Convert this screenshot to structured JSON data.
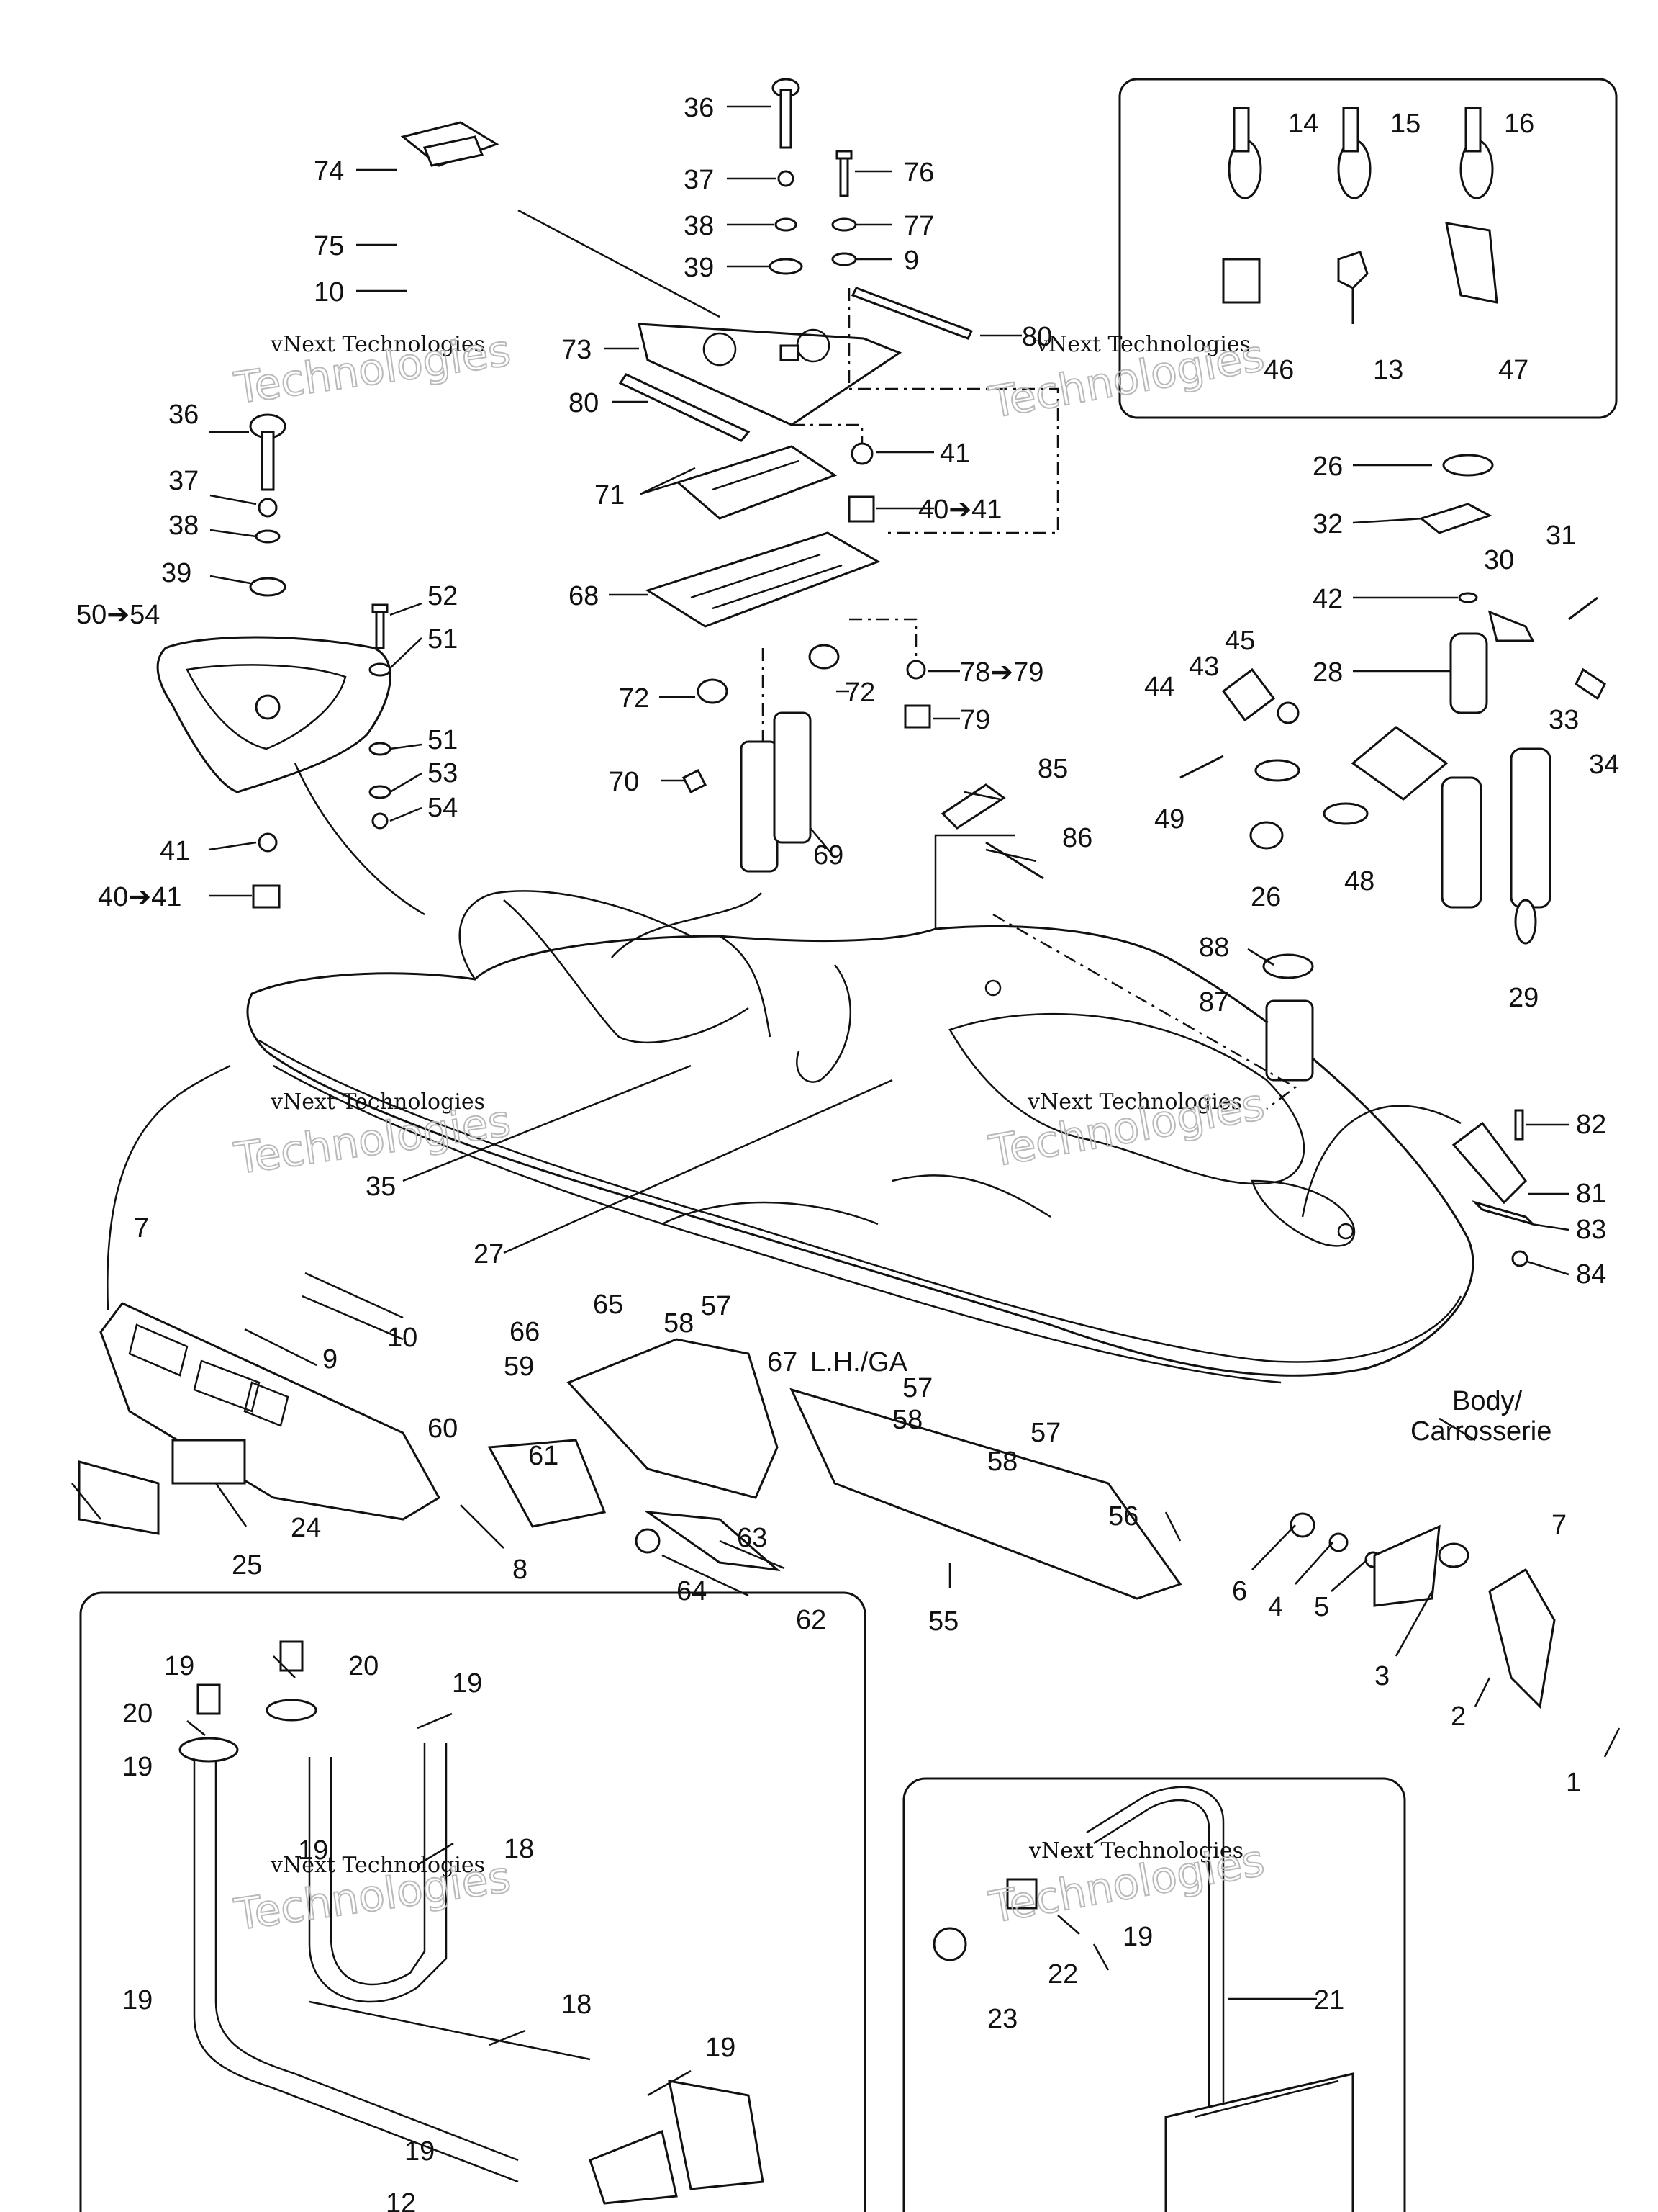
{
  "watermark": {
    "line1": "vNext Technologies",
    "line2": "Technologies",
    "line3": "vNext"
  },
  "text_labels": {
    "lh_ga": "L.H./GA",
    "body_line1": "Body/",
    "body_line2": "Carrosserie"
  },
  "callouts": [
    {
      "id": "c36a",
      "text": "36"
    },
    {
      "id": "c37a",
      "text": "37"
    },
    {
      "id": "c38a",
      "text": "38"
    },
    {
      "id": "c39a",
      "text": "39"
    },
    {
      "id": "c76",
      "text": "76"
    },
    {
      "id": "c77",
      "text": "77"
    },
    {
      "id": "c9a",
      "text": "9"
    },
    {
      "id": "c74",
      "text": "74"
    },
    {
      "id": "c75",
      "text": "75"
    },
    {
      "id": "c10a",
      "text": "10"
    },
    {
      "id": "c73",
      "text": "73"
    },
    {
      "id": "c80a",
      "text": "80"
    },
    {
      "id": "c80b",
      "text": "80"
    },
    {
      "id": "c41a",
      "text": "41"
    },
    {
      "id": "c40a",
      "text": "40➔41"
    },
    {
      "id": "c71",
      "text": "71"
    },
    {
      "id": "c68",
      "text": "68"
    },
    {
      "id": "c72a",
      "text": "72"
    },
    {
      "id": "c72b",
      "text": "72"
    },
    {
      "id": "c78",
      "text": "78➔79"
    },
    {
      "id": "c79",
      "text": "79"
    },
    {
      "id": "c70",
      "text": "70"
    },
    {
      "id": "c69",
      "text": "69"
    },
    {
      "id": "c14",
      "text": "14"
    },
    {
      "id": "c15",
      "text": "15"
    },
    {
      "id": "c16",
      "text": "16"
    },
    {
      "id": "c46",
      "text": "46"
    },
    {
      "id": "c13",
      "text": "13"
    },
    {
      "id": "c47",
      "text": "47"
    },
    {
      "id": "c36b",
      "text": "36"
    },
    {
      "id": "c37b",
      "text": "37"
    },
    {
      "id": "c38b",
      "text": "38"
    },
    {
      "id": "c39b",
      "text": "39"
    },
    {
      "id": "c50",
      "text": "50➔54"
    },
    {
      "id": "c52",
      "text": "52"
    },
    {
      "id": "c51a",
      "text": "51"
    },
    {
      "id": "c51b",
      "text": "51"
    },
    {
      "id": "c53",
      "text": "53"
    },
    {
      "id": "c54",
      "text": "54"
    },
    {
      "id": "c41b",
      "text": "41"
    },
    {
      "id": "c40b",
      "text": "40➔41"
    },
    {
      "id": "c26a",
      "text": "26"
    },
    {
      "id": "c32",
      "text": "32"
    },
    {
      "id": "c31",
      "text": "31"
    },
    {
      "id": "c30",
      "text": "30"
    },
    {
      "id": "c42",
      "text": "42"
    },
    {
      "id": "c45",
      "text": "45"
    },
    {
      "id": "c43",
      "text": "43"
    },
    {
      "id": "c44",
      "text": "44"
    },
    {
      "id": "c28",
      "text": "28"
    },
    {
      "id": "c33",
      "text": "33"
    },
    {
      "id": "c34",
      "text": "34"
    },
    {
      "id": "c49",
      "text": "49"
    },
    {
      "id": "c26b",
      "text": "26"
    },
    {
      "id": "c48",
      "text": "48"
    },
    {
      "id": "c29",
      "text": "29"
    },
    {
      "id": "c85",
      "text": "85"
    },
    {
      "id": "c86",
      "text": "86"
    },
    {
      "id": "c88",
      "text": "88"
    },
    {
      "id": "c87",
      "text": "87"
    },
    {
      "id": "c82",
      "text": "82"
    },
    {
      "id": "c81",
      "text": "81"
    },
    {
      "id": "c83",
      "text": "83"
    },
    {
      "id": "c84",
      "text": "84"
    },
    {
      "id": "c35",
      "text": "35"
    },
    {
      "id": "c27",
      "text": "27"
    },
    {
      "id": "c7a",
      "text": "7"
    },
    {
      "id": "c10b",
      "text": "10"
    },
    {
      "id": "c9b",
      "text": "9"
    },
    {
      "id": "c24",
      "text": "24"
    },
    {
      "id": "c25",
      "text": "25"
    },
    {
      "id": "c8",
      "text": "8"
    },
    {
      "id": "c65",
      "text": "65"
    },
    {
      "id": "c66",
      "text": "66"
    },
    {
      "id": "c58a",
      "text": "58"
    },
    {
      "id": "c57a",
      "text": "57"
    },
    {
      "id": "c67",
      "text": "67"
    },
    {
      "id": "c59",
      "text": "59"
    },
    {
      "id": "c57b",
      "text": "57"
    },
    {
      "id": "c58b",
      "text": "58"
    },
    {
      "id": "c60",
      "text": "60"
    },
    {
      "id": "c61",
      "text": "61"
    },
    {
      "id": "c57c",
      "text": "57"
    },
    {
      "id": "c58c",
      "text": "58"
    },
    {
      "id": "c56",
      "text": "56"
    },
    {
      "id": "c63",
      "text": "63"
    },
    {
      "id": "c64",
      "text": "64"
    },
    {
      "id": "c62",
      "text": "62"
    },
    {
      "id": "c55",
      "text": "55"
    },
    {
      "id": "c6",
      "text": "6"
    },
    {
      "id": "c4",
      "text": "4"
    },
    {
      "id": "c5",
      "text": "5"
    },
    {
      "id": "c7b",
      "text": "7"
    },
    {
      "id": "c3",
      "text": "3"
    },
    {
      "id": "c2",
      "text": "2"
    },
    {
      "id": "c1",
      "text": "1"
    },
    {
      "id": "c19a",
      "text": "19"
    },
    {
      "id": "c20a",
      "text": "20"
    },
    {
      "id": "c19b",
      "text": "19"
    },
    {
      "id": "c20b",
      "text": "20"
    },
    {
      "id": "c19c",
      "text": "19"
    },
    {
      "id": "c19d",
      "text": "19"
    },
    {
      "id": "c18a",
      "text": "18"
    },
    {
      "id": "c19e",
      "text": "19"
    },
    {
      "id": "c18b",
      "text": "18"
    },
    {
      "id": "c19f",
      "text": "19"
    },
    {
      "id": "c19g",
      "text": "19"
    },
    {
      "id": "c12",
      "text": "12"
    },
    {
      "id": "c19h",
      "text": "19"
    },
    {
      "id": "c22",
      "text": "22"
    },
    {
      "id": "c23",
      "text": "23"
    },
    {
      "id": "c21",
      "text": "21"
    }
  ]
}
